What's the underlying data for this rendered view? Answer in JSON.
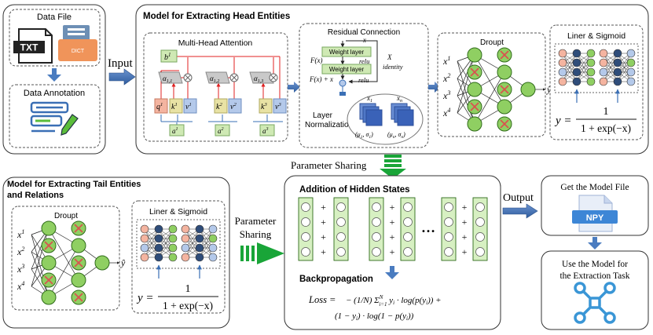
{
  "data_source": {
    "title": "Data File",
    "txt_label": "TXT",
    "dict_label": "DICT",
    "annotation_title": "Data Annotation"
  },
  "head_model": {
    "title": "Model for Extracting Head Entities",
    "input_label": "Input",
    "mha": {
      "title": "Multi-Head Attention",
      "b1": "b",
      "b1_sup": "1",
      "alphas": [
        {
          "base": "α",
          "sub": "1,1"
        },
        {
          "base": "α",
          "sub": "1,2"
        },
        {
          "base": "α",
          "sub": "1,3"
        }
      ],
      "qkv": [
        {
          "base": "q",
          "sup": "1"
        },
        {
          "base": "k",
          "sup": "1"
        },
        {
          "base": "v",
          "sup": "1"
        },
        {
          "base": "k",
          "sup": "2"
        },
        {
          "base": "v",
          "sup": "2"
        },
        {
          "base": "k",
          "sup": "3"
        },
        {
          "base": "v",
          "sup": "3"
        }
      ],
      "inputs": [
        {
          "base": "a",
          "sup": "1"
        },
        {
          "base": "a",
          "sup": "2"
        },
        {
          "base": "a",
          "sup": "3"
        }
      ]
    },
    "residual": {
      "title": "Residual Connection",
      "x_top": "x",
      "layer1": "Weight layer",
      "layer2": "Weight layer",
      "fx": "F(x)",
      "relu1": "relu",
      "x_identity_label": "X",
      "identity": "identity",
      "fx_plus_x": "F(x) + x",
      "relu2": "relu",
      "ln_line1": "Layer",
      "ln_line2": "Normalization",
      "x1": "x",
      "x1_sub": "1",
      "xn": "x",
      "xn_sub": "n",
      "mu1": "(μ",
      "mu1_sub": "1",
      "sigma1": ", σ",
      "sigma1_sub": "1",
      "mun": "(μ",
      "mun_sub": "n",
      "sigman": ", σ",
      "sigman_sub": "n",
      "close": ")"
    },
    "dropout": {
      "title": "Droupt",
      "inputs": [
        "x",
        "x",
        "x",
        "x"
      ],
      "input_sups": [
        "1",
        "2",
        "3",
        "4"
      ],
      "output": "ŷ"
    },
    "sigmoid": {
      "title": "Liner & Sigmoid",
      "formula_y": "y =",
      "numerator": "1",
      "denominator": "1 + exp(−x)"
    }
  },
  "parameter_sharing_top": "Parameter Sharing",
  "tail_model": {
    "title_line1": "Model for Extracting Tail Entities",
    "title_line2": "and Relations",
    "dropout": {
      "title": "Droupt",
      "inputs": [
        "x",
        "x",
        "x",
        "x"
      ],
      "input_sups": [
        "1",
        "2",
        "3",
        "4"
      ],
      "output": "ŷ"
    },
    "sigmoid": {
      "title": "Liner & Sigmoid",
      "formula_y": "y =",
      "numerator": "1",
      "denominator": "1 + exp(−x)"
    }
  },
  "parameter_sharing_side": {
    "line1": "Parameter",
    "line2": "Sharing"
  },
  "hidden": {
    "title": "Addition of Hidden States",
    "plus": "+",
    "ellipsis": "…",
    "backprop_title": "Backpropagation",
    "loss_lhs": "Loss =",
    "loss_line1": "− (1/N) Σ",
    "loss_sum_limits_sup": "N",
    "loss_sum_limits_sub": "i=1",
    "loss_line1_rest": " y",
    "loss_yi_sub": "i",
    "loss_line1_tail": " · log(p(y",
    "loss_line1_tail_sub": "i",
    "loss_line1_end": ")) +",
    "loss_line2": "(1 − y",
    "loss_line2_sub": "i",
    "loss_line2_mid": ") · log(1 − p(y",
    "loss_line2_sub2": "i",
    "loss_line2_end": "))"
  },
  "output_label": "Output",
  "model_file": {
    "title": "Get the Model File",
    "npy_label": "NPY"
  },
  "use_model": {
    "line1": "Use the Model for",
    "line2": "the Extraction Task"
  },
  "colors": {
    "panel_border": "#333333",
    "node_green": "#8fcf62",
    "node_dark": "#2f6b1a",
    "red_x": "#d9534f",
    "blue_arrow": "#3a6fb5",
    "share_green": "#19a538",
    "attn_red": "#e02020",
    "weight_fill": "#cfe9b4",
    "q_fill": "#f4b4a0",
    "k_fill": "#e8e2a4",
    "v_fill": "#b4c9ea",
    "hidden_fill": "#d7f0c2"
  }
}
